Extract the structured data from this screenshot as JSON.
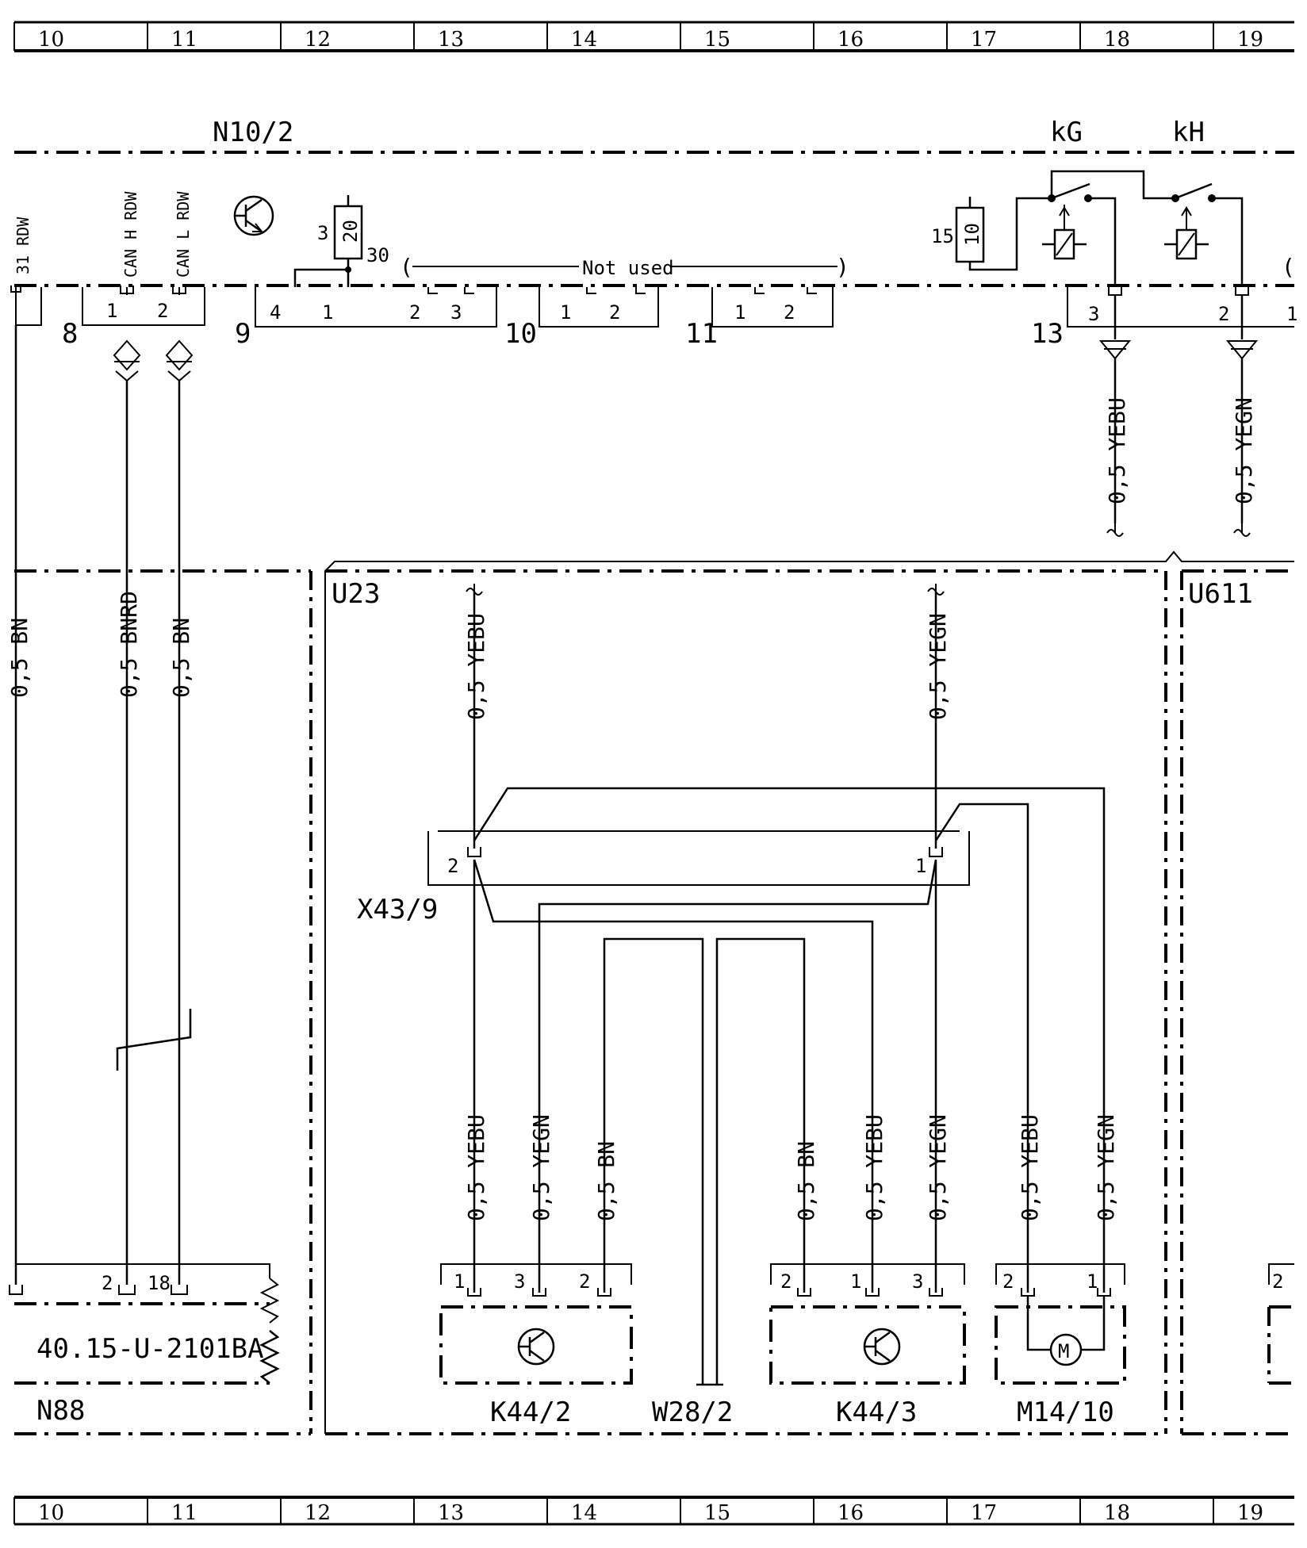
{
  "grid": {
    "columns": [
      "10",
      "11",
      "12",
      "13",
      "14",
      "15",
      "16",
      "17",
      "18",
      "19"
    ]
  },
  "components": {
    "n10_2": "N10/2",
    "kg": "kG",
    "kh": "kH",
    "u23": "U23",
    "u611": "U611",
    "n88": "N88",
    "n88_ref": "40.15-U-2101BA",
    "x43_9": "X43/9",
    "k44_2": "K44/2",
    "w28_2": "W28/2",
    "k44_3": "K44/3",
    "m14_10": "M14/10",
    "fuse_20": "20",
    "fuse_10": "10",
    "motor": "M"
  },
  "connector_labels": {
    "can_h": "CAN H RDW",
    "can_l": "CAN L RDW",
    "pin31": "31 RDW",
    "not_used": "Not used",
    "fuse20_left": "3",
    "fuse20_right": "30",
    "fuse10_left": "15",
    "c8": "8",
    "c9": "9",
    "c10": "10",
    "c11": "11",
    "c13": "13",
    "p1": "1",
    "p2": "2",
    "p3": "3",
    "p4": "4",
    "p18": "18"
  },
  "wires": {
    "w_bn_left": "0,5 BN",
    "w_bnrd": "0,5 BNRD",
    "w_bn": "0,5 BN",
    "w_yebu": "0,5 YEBU",
    "w_yegn": "0,5 YEGN"
  }
}
